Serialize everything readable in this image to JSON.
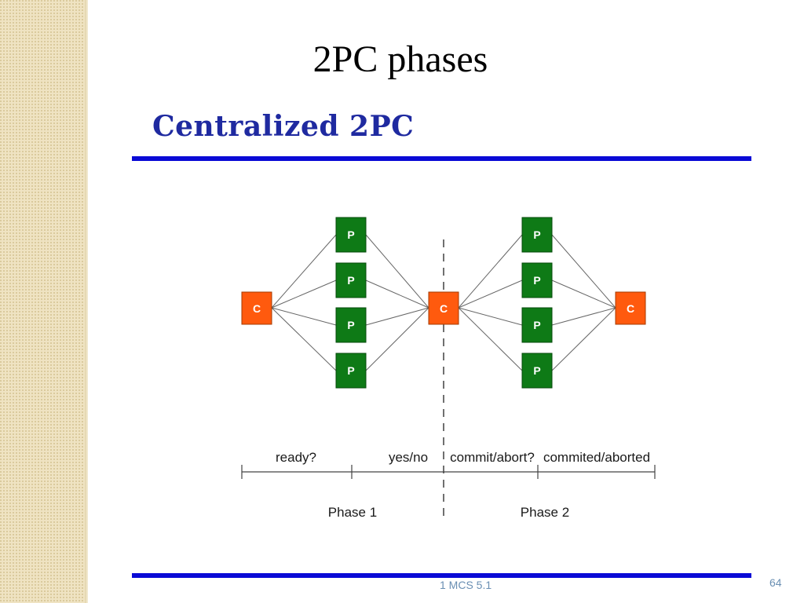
{
  "slide": {
    "title": "2PC phases",
    "heading": "Centralized 2PC",
    "footer": "1 MCS 5.1",
    "page_number": "64"
  },
  "diagram": {
    "coordinator_label": "C",
    "participant_label": "P",
    "colors": {
      "coordinator": "#ff5a0e",
      "participant": "#0e7a16",
      "rule": "#0a0ad6",
      "heading": "#1f2aa0"
    },
    "messages": [
      "ready?",
      "yes/no",
      "commit/abort?",
      "commited/aborted"
    ],
    "phases": [
      "Phase 1",
      "Phase 2"
    ]
  }
}
